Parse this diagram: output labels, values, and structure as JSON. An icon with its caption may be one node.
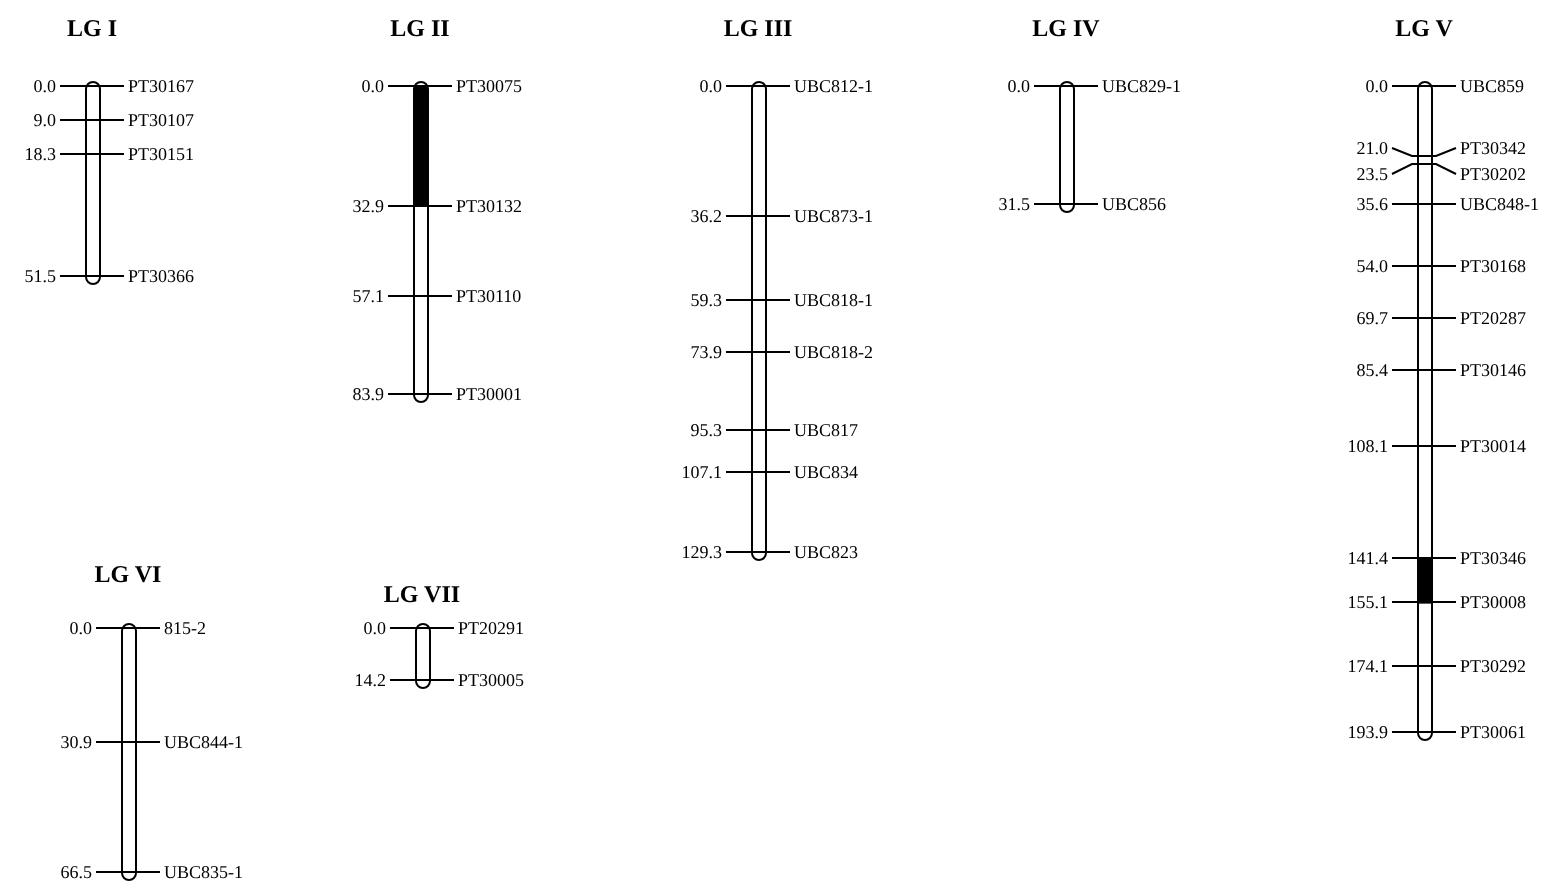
{
  "diagram": {
    "nodes": [
      {
        "text": [
          "LG I"
        ]
      },
      {
        "text": [
          "0.0",
          "PT30167"
        ]
      },
      {
        "text": [
          "9.0",
          "PT30107"
        ]
      },
      {
        "text": [
          "18.3",
          "PT30151"
        ]
      },
      {
        "text": [
          "51.5",
          "PT30366"
        ]
      },
      {
        "text": [
          "LG II"
        ]
      },
      {
        "text": [],
        "shape": "bar",
        "in": 5
      },
      {
        "text": [
          "0.0",
          "PT30075"
        ]
      },
      {
        "text": [
          "32.9",
          "PT30132"
        ]
      },
      {
        "text": [
          "57.1",
          "PT30110"
        ]
      },
      {
        "text": [
          "83.9",
          "PT30001"
        ]
      },
      {
        "text": [
          "LG III"
        ]
      },
      {
        "text": [
          "0.0",
          "UBC812-1"
        ]
      },
      {
        "text": [
          "36.2",
          "UBC873-1"
        ]
      },
      {
        "text": [
          "59.3",
          "UBC818-1"
        ]
      },
      {
        "text": [
          "73.9",
          "UBC818-2"
        ]
      },
      {
        "text": [
          "95.3",
          "UBC817"
        ]
      },
      {
        "text": [
          "107.1",
          "UBC834"
        ]
      },
      {
        "text": [
          "129.3",
          "UBC823"
        ]
      },
      {
        "text": [
          "LG IV"
        ]
      },
      {
        "text": [
          "0.0",
          "UBC829-1"
        ]
      },
      {
        "text": [
          "31.5",
          "UBC856"
        ]
      },
      {
        "text": [
          "LG V"
        ]
      },
      {
        "text": [],
        "shape": "bar",
        "in": 22
      },
      {
        "text": [
          "0.0",
          "UBC859"
        ]
      },
      {
        "text": [
          "21.0",
          "PT30342"
        ]
      },
      {
        "text": [
          "23.5",
          "PT30202"
        ]
      },
      {
        "text": [
          "35.6",
          "UBC848-1"
        ]
      },
      {
        "text": [
          "54.0",
          "PT30168"
        ]
      },
      {
        "text": [
          "69.7",
          "PT20287"
        ]
      },
      {
        "text": [
          "85.4",
          "PT30146"
        ]
      },
      {
        "text": [
          "108.1",
          "PT30014"
        ]
      },
      {
        "text": [
          "141.4",
          "PT30346"
        ]
      },
      {
        "text": [
          "155.1",
          "PT30008"
        ]
      },
      {
        "text": [
          "174.1",
          "PT30292"
        ]
      },
      {
        "text": [
          "193.9",
          "PT30061"
        ]
      },
      {
        "text": [
          "LG VI"
        ]
      },
      {
        "text": [
          "0.0",
          "815-2"
        ]
      },
      {
        "text": [
          "30.9",
          "UBC844-1"
        ]
      },
      {
        "text": [
          "66.5",
          "UBC835-1"
        ]
      },
      {
        "text": [
          "LG VII"
        ]
      },
      {
        "text": [
          "0.0",
          "PT20291"
        ]
      },
      {
        "text": [
          "14.2",
          "PT30005"
        ]
      }
    ]
  }
}
